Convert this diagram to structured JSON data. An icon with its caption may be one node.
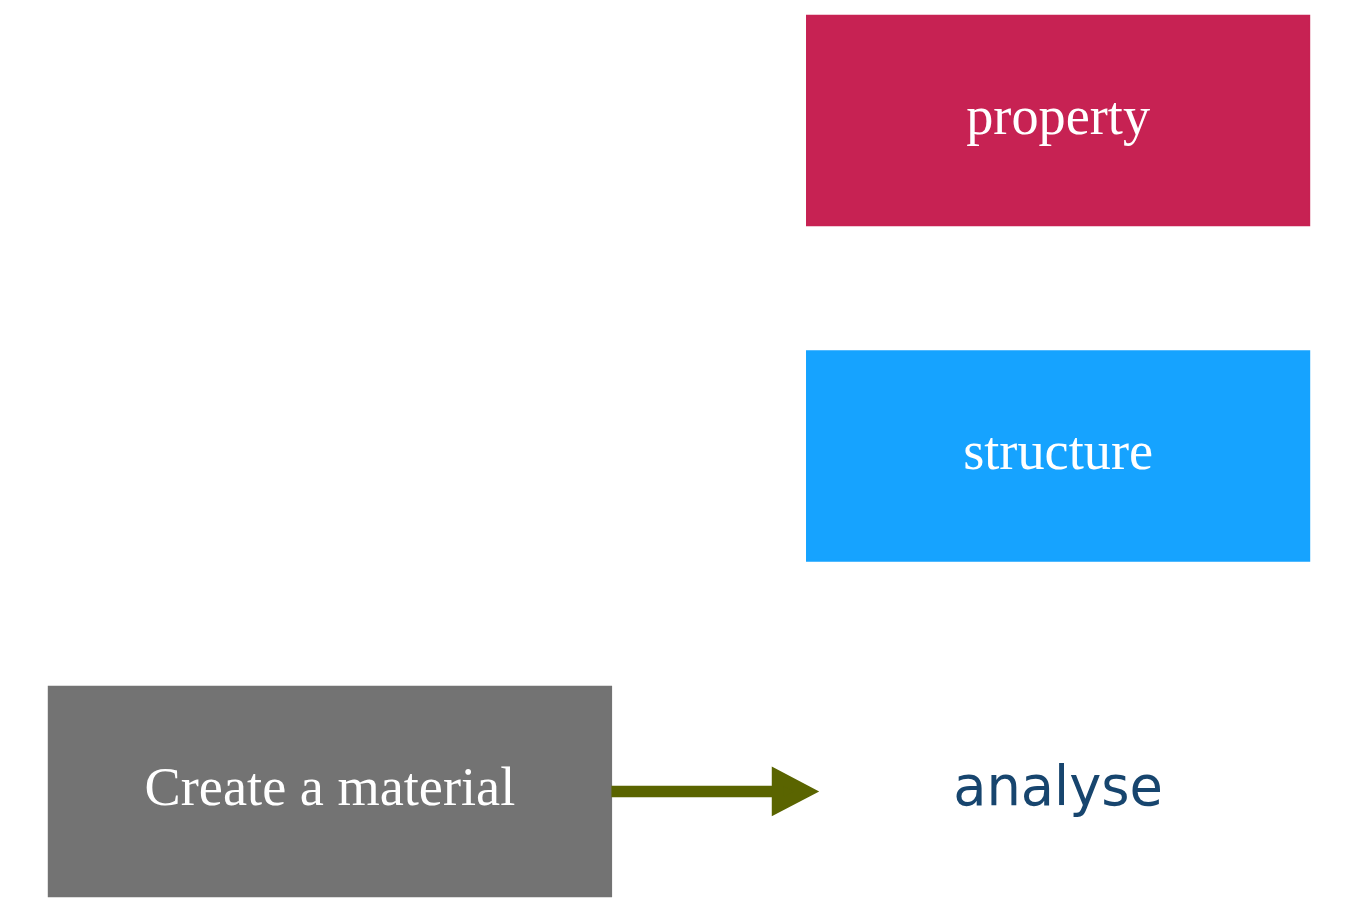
{
  "diagram": {
    "nodes": [
      {
        "text": [
          "Create a material"
        ]
      },
      {
        "text": [
          "structure"
        ]
      },
      {
        "text": [
          "analyse"
        ]
      },
      {
        "text": [
          "property"
        ]
      }
    ],
    "edges": [
      {
        "from": 0,
        "to": 2,
        "arrow": "to"
      }
    ]
  }
}
